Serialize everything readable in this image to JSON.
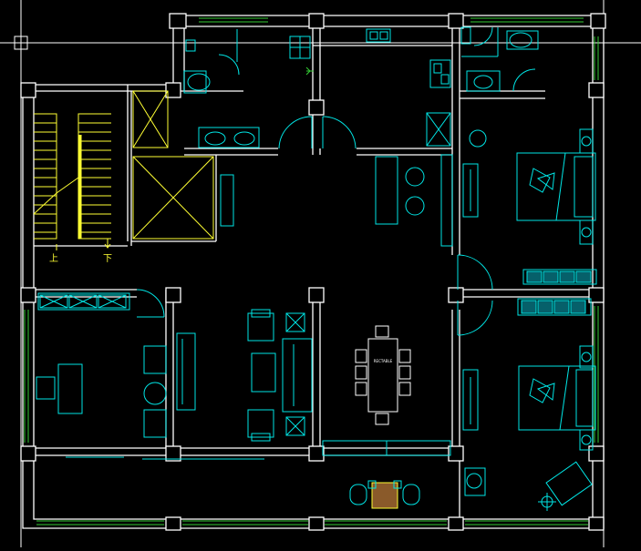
{
  "drawing": {
    "background": "#000000",
    "wall_color": "#ffffff",
    "fixture_color": "#00e5e5",
    "stair_color": "#ffff33",
    "window_color": "#33cc33",
    "stair_labels": {
      "up": "上",
      "down": "下"
    },
    "table_label": "RECTABLE"
  }
}
